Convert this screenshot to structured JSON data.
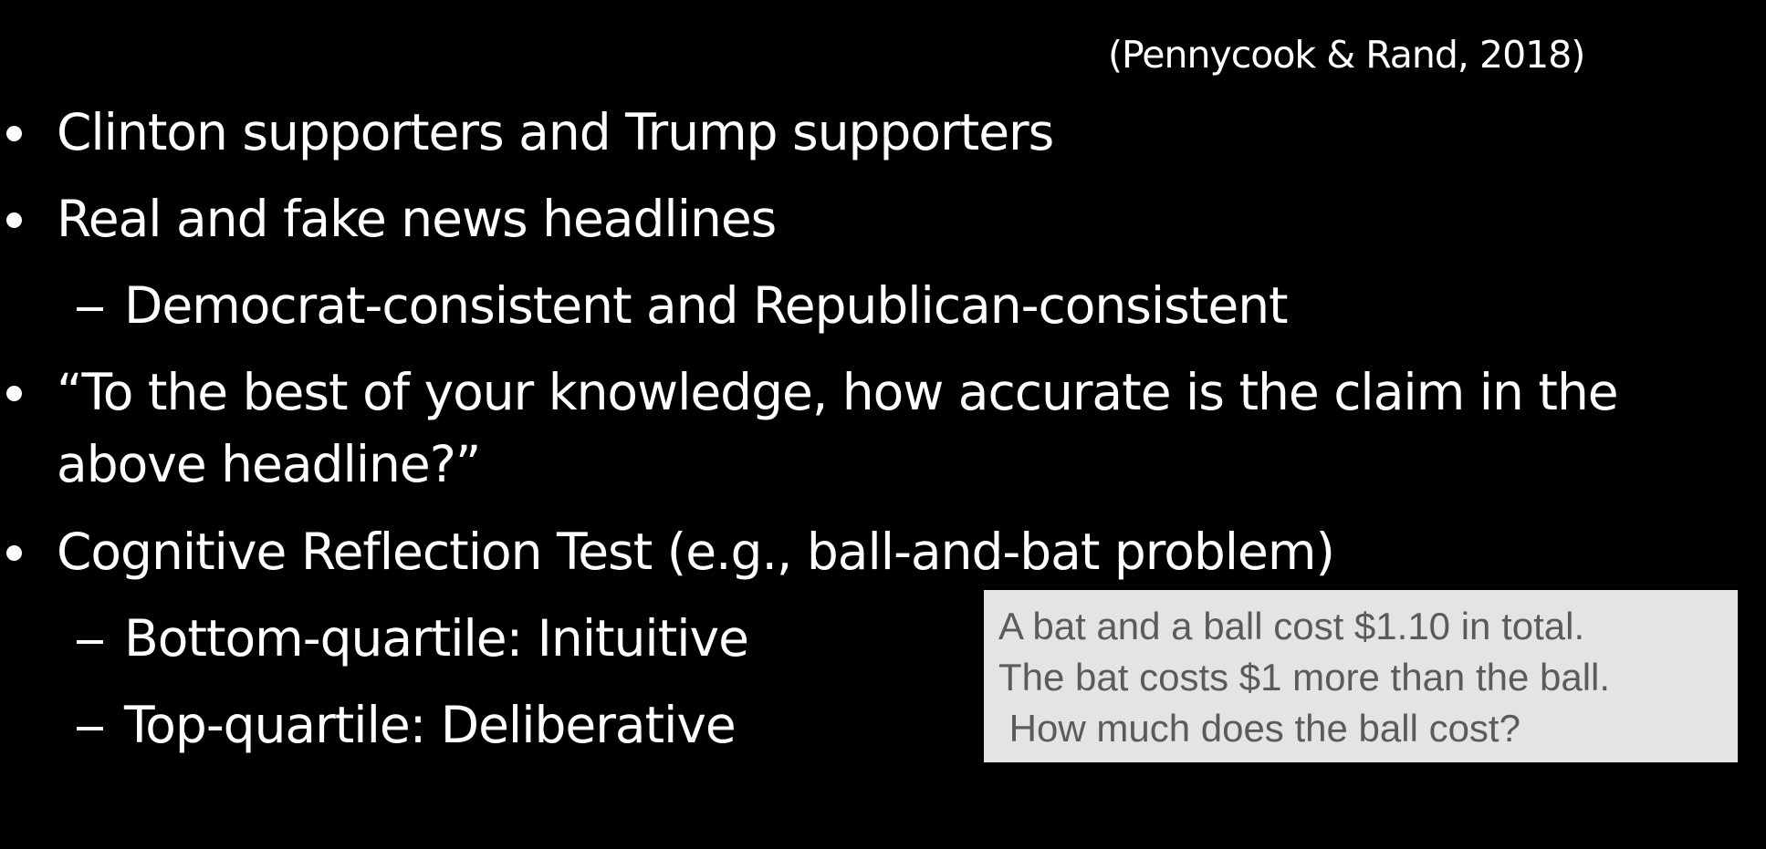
{
  "slide": {
    "citation": "(Pennycook & Rand, 2018)",
    "items": [
      {
        "level": 1,
        "text": "Clinton supporters and Trump supporters"
      },
      {
        "level": 1,
        "text": "Real and fake news headlines"
      },
      {
        "level": 2,
        "text": "Democrat-consistent and Republican-consistent"
      },
      {
        "level": 1,
        "text": "“To the best of your knowledge, how accurate is the claim in the",
        "continuation": "above headline?”"
      },
      {
        "level": 1,
        "text": "Cognitive Reflection Test (e.g., ball-and-bat problem)"
      },
      {
        "level": 2,
        "text": "Bottom-quartile: Inituitive"
      },
      {
        "level": 2,
        "text": "Top-quartile: Deliberative"
      }
    ],
    "callout": {
      "lines": [
        "A bat and a ball cost $1.10 in total.",
        "The bat costs $1 more than the ball.",
        " How much does the ball cost?"
      ]
    }
  },
  "colors": {
    "background": "#000000",
    "text": "#ffffff",
    "callout_background": "#e4e4e4",
    "callout_text": "#5b5b5b"
  }
}
